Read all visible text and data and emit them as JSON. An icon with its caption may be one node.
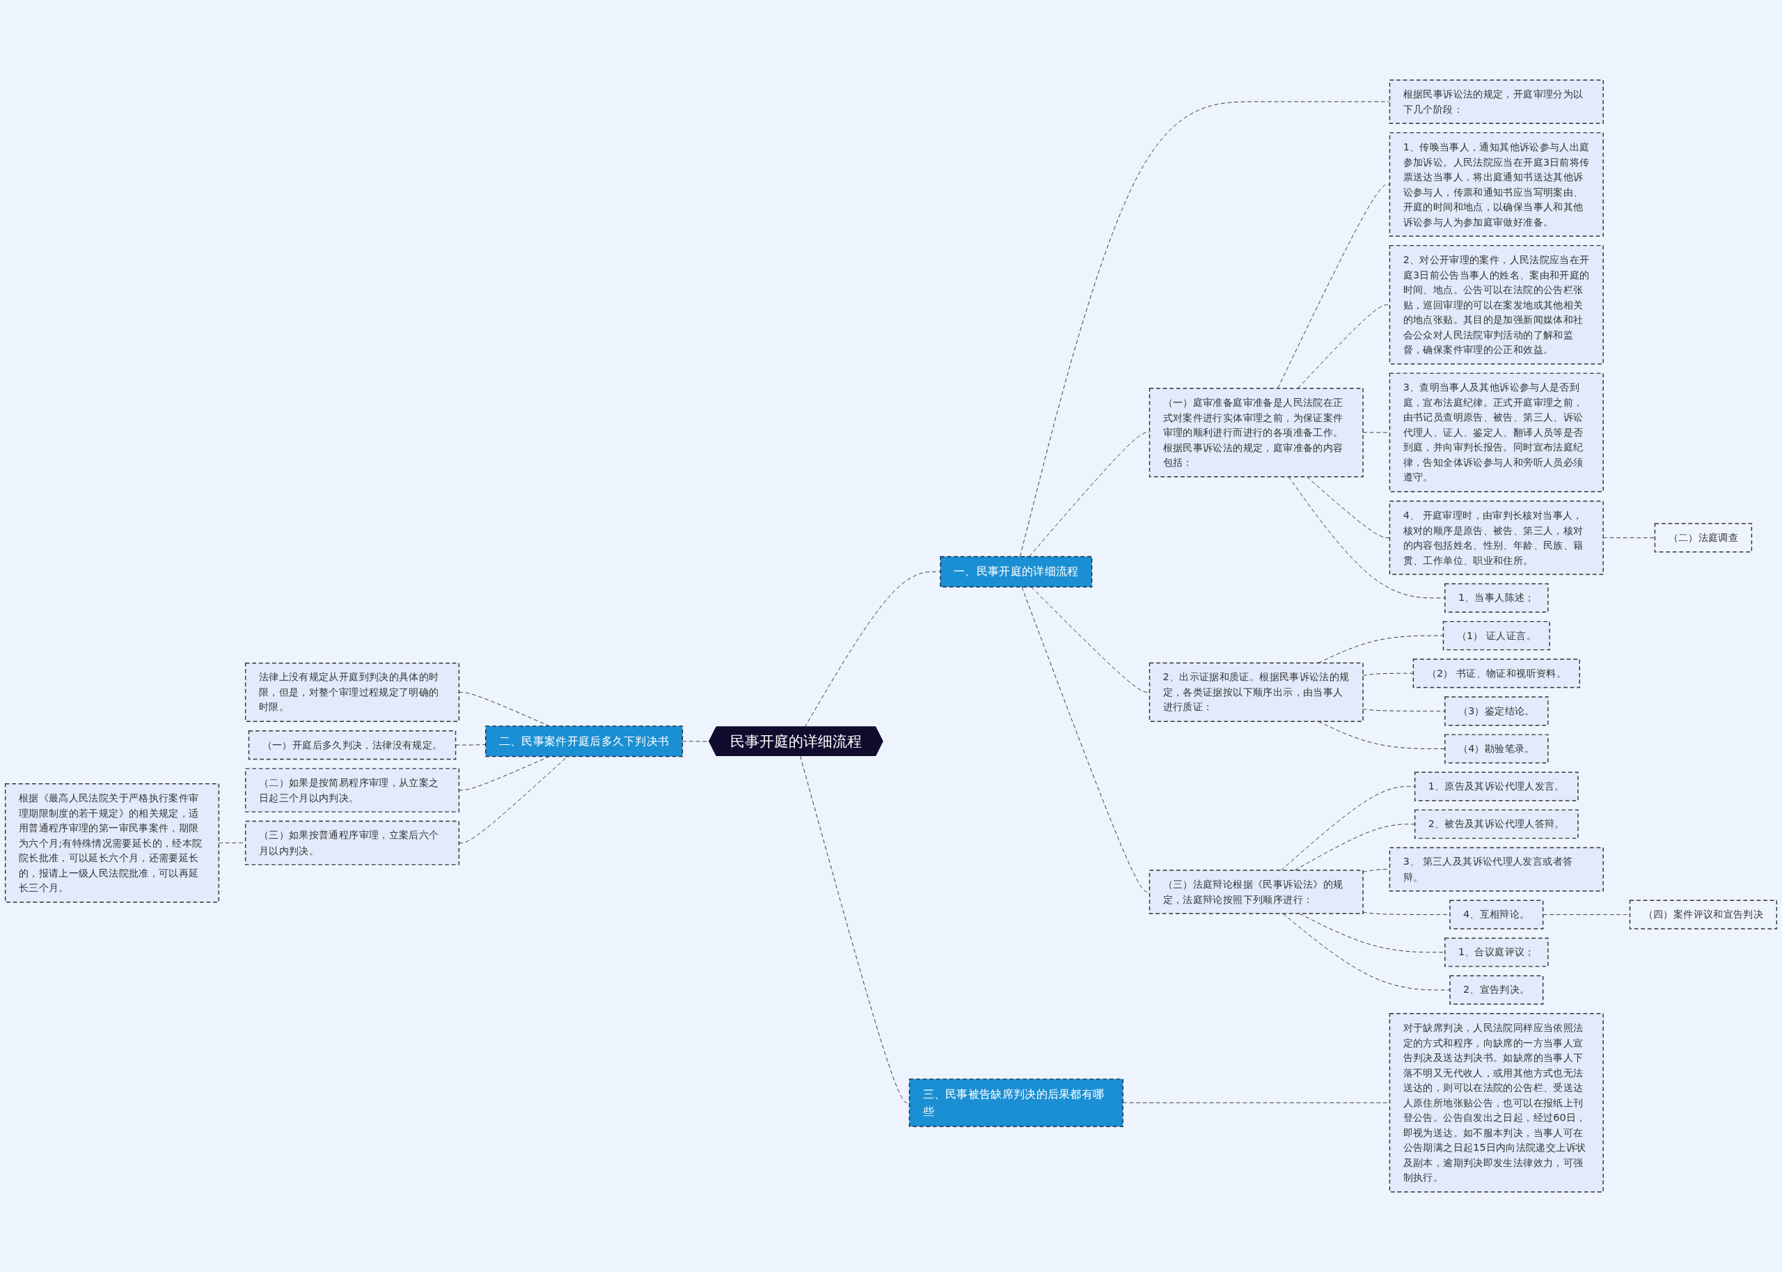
{
  "diagram": {
    "nodes": [
      {
        "text": [
          "民事开庭的详细流程"
        ]
      },
      {
        "text": [
          "一、民事开庭的详细流程"
        ]
      },
      {
        "text": [
          "根据民事诉讼法的规定，开庭审理分为以下几个阶段："
        ]
      },
      {
        "text": [
          "（一）庭审准备庭审准备是人民法院在正式对案件进行实体审理之前，为保证案件审理的顺利进行而进行的各项准备工作。根据民事诉讼法的规定，庭审准备的内容包括："
        ]
      },
      {
        "text": [
          "1、传唤当事人，通知其他诉讼参与人出庭参加诉讼。人民法院应当在开庭3日前将传票送达当事人，将出庭通知书送达其他诉讼参与人，传票和通知书应当写明案由、开庭的时间和地点，以确保当事人和其他诉讼参与人为参加庭审做好准备。"
        ]
      },
      {
        "text": [
          "2、对公开审理的案件，人民法院应当在开庭3日前公告当事人的姓名、案由和开庭的时间、地点。公告可以在法院的公告栏张贴，巡回审理的可以在案发地或其他相关的地点张贴。其目的是加强新闻媒体和社会公众对人民法院审判活动的了解和监督，确保案件审理的公正和效益。"
        ]
      },
      {
        "text": [
          "3、查明当事人及其他诉讼参与人是否到庭，宣布法庭纪律。正式开庭审理之前，由书记员查明原告、被告、第三人、诉讼代理人、证人、鉴定人、翻译人员等是否到庭，并向审判长报告。同时宣布法庭纪律，告知全体诉讼参与人和旁听人员必须遵守。"
        ]
      },
      {
        "text": [
          "4、 开庭审理时，由审判长核对当事人，核对的顺序是原告、被告、第三人，核对的内容包括姓名、性别、年龄、民族、籍贯、工作单位、职业和住所。"
        ]
      },
      {
        "text": [
          "（二）法庭调查"
        ]
      },
      {
        "text": [
          "1、当事人陈述；"
        ]
      },
      {
        "text": [
          "2、出示证据和质证。根据民事诉讼法的规定，各类证据按以下顺序出示，由当事人进行质证："
        ]
      },
      {
        "text": [
          "（1） 证人证言。"
        ]
      },
      {
        "text": [
          "（2） 书证、物证和视听资料。"
        ]
      },
      {
        "text": [
          "（3）鉴定结论。"
        ]
      },
      {
        "text": [
          "（4）勘验笔录。"
        ]
      },
      {
        "text": [
          "（三）法庭辩论根据《民事诉讼法》的规定，法庭辩论按照下列顺序进行："
        ]
      },
      {
        "text": [
          "1、原告及其诉讼代理人发言。"
        ]
      },
      {
        "text": [
          "2、被告及其诉讼代理人答辩。"
        ]
      },
      {
        "text": [
          "3、 第三人及其诉讼代理人发言或者答辩。"
        ]
      },
      {
        "text": [
          "4、互相辩论。"
        ]
      },
      {
        "text": [
          "（四）案件评议和宣告判决"
        ]
      },
      {
        "text": [
          "1、合议庭评议；"
        ]
      },
      {
        "text": [
          "2、宣告判决。"
        ]
      },
      {
        "text": [
          "二、民事案件开庭后多久下判决书"
        ]
      },
      {
        "text": [
          "法律上没有规定从开庭到判决的具体的时限，但是，对整个审理过程规定了明确的时限。"
        ]
      },
      {
        "text": [
          "（一）开庭后多久判决，法律没有规定。"
        ]
      },
      {
        "text": [
          "（二）如果是按简易程序审理，从立案之日起三个月以内判决。"
        ]
      },
      {
        "text": [
          "（三）如果按普通程序审理，立案后六个月以内判决。"
        ]
      },
      {
        "text": [
          "根据《最高人民法院关于严格执行案件审理期限制度的若干规定》的相关规定，适用普通程序审理的第一审民事案件，期限为六个月;有特殊情况需要延长的，经本院院长批准，可以延长六个月，还需要延长的，报请上一级人民法院批准，可以再延长三个月。"
        ]
      },
      {
        "text": [
          "三、民事被告缺席判决的后果都有哪些"
        ]
      },
      {
        "text": [
          "对于缺席判决，人民法院同样应当依照法定的方式和程序，向缺席的一方当事人宣告判决及送达判决书。如缺席的当事人下落不明又无代收人，或用其他方式也无法送达的，则可以在法院的公告栏、受送达人原住所地张贴公告，也可以在报纸上刊登公告。公告自发出之日起，经过60日，即视为送达。如不服本判决，当事人可在公告期满之日起15日内向法院递交上诉状及副本，逾期判决即发生法律效力，可强制执行。"
        ]
      }
    ],
    "edges": [
      {
        "from": 0,
        "to": 1,
        "arrow": "none",
        "style": "dashed"
      },
      {
        "from": 1,
        "to": 2,
        "arrow": "none",
        "style": "dashed"
      },
      {
        "from": 1,
        "to": 3,
        "arrow": "none",
        "style": "dashed"
      },
      {
        "from": 3,
        "to": 4,
        "arrow": "none",
        "style": "dashed"
      },
      {
        "from": 3,
        "to": 5,
        "arrow": "none",
        "style": "dashed"
      },
      {
        "from": 3,
        "to": 6,
        "arrow": "none",
        "style": "dashed"
      },
      {
        "from": 3,
        "to": 7,
        "arrow": "none",
        "style": "dashed"
      },
      {
        "from": 7,
        "to": 8,
        "arrow": "none",
        "style": "dashed"
      },
      {
        "from": 3,
        "to": 9,
        "arrow": "none",
        "style": "dashed"
      },
      {
        "from": 1,
        "to": 10,
        "arrow": "none",
        "style": "dashed"
      },
      {
        "from": 10,
        "to": 11,
        "arrow": "none",
        "style": "dashed"
      },
      {
        "from": 10,
        "to": 12,
        "arrow": "none",
        "style": "dashed"
      },
      {
        "from": 10,
        "to": 13,
        "arrow": "none",
        "style": "dashed"
      },
      {
        "from": 10,
        "to": 14,
        "arrow": "none",
        "style": "dashed"
      },
      {
        "from": 1,
        "to": 15,
        "arrow": "none",
        "style": "dashed"
      },
      {
        "from": 15,
        "to": 16,
        "arrow": "none",
        "style": "dashed"
      },
      {
        "from": 15,
        "to": 17,
        "arrow": "none",
        "style": "dashed"
      },
      {
        "from": 15,
        "to": 18,
        "arrow": "none",
        "style": "dashed"
      },
      {
        "from": 15,
        "to": 19,
        "arrow": "none",
        "style": "dashed"
      },
      {
        "from": 19,
        "to": 20,
        "arrow": "none",
        "style": "dashed"
      },
      {
        "from": 15,
        "to": 21,
        "arrow": "none",
        "style": "dashed"
      },
      {
        "from": 15,
        "to": 22,
        "arrow": "none",
        "style": "dashed"
      },
      {
        "from": 23,
        "to": 0,
        "arrow": "none",
        "style": "dashed"
      },
      {
        "from": 24,
        "to": 23,
        "arrow": "none",
        "style": "dashed"
      },
      {
        "from": 25,
        "to": 23,
        "arrow": "none",
        "style": "dashed"
      },
      {
        "from": 26,
        "to": 23,
        "arrow": "none",
        "style": "dashed"
      },
      {
        "from": 27,
        "to": 23,
        "arrow": "none",
        "style": "dashed"
      },
      {
        "from": 28,
        "to": 27,
        "arrow": "none",
        "style": "dashed"
      },
      {
        "from": 0,
        "to": 29,
        "arrow": "none",
        "style": "dashed"
      },
      {
        "from": 29,
        "to": 30,
        "arrow": "none",
        "style": "dashed"
      }
    ]
  }
}
